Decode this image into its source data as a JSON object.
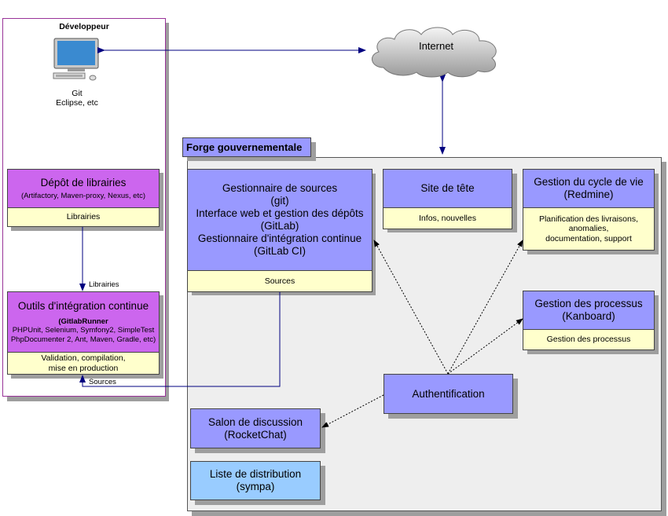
{
  "developer": {
    "title": "Développeur",
    "tools_line1": "Git",
    "tools_line2": "Eclipse, etc"
  },
  "internet": {
    "label": "Internet"
  },
  "forge": {
    "title": "Forge gouvernementale"
  },
  "depot": {
    "title": "Dépôt de librairies",
    "subtitle": "(Artifactory, Maven-proxy, Nexus, etc)",
    "footer": "Librairies"
  },
  "link_librairies": "Librairies",
  "outils": {
    "title": "Outils d'intégration continue",
    "line1": "(GitlabRunner",
    "line2": "PHPUnit, Selenium, Symfony2, SimpleTest",
    "line3": "PhpDocumenter 2, Ant, Maven, Gradle, etc)",
    "footer1": "Validation, compilation,",
    "footer2": "mise en production"
  },
  "link_sources": "Sources",
  "gestionnaire": {
    "lines": [
      "Gestionnaire de sources",
      "(git)",
      "Interface web et gestion des dépôts",
      "(GitLab)",
      "Gestionnaire d'intégration continue",
      "(GitLab CI)"
    ],
    "footer": "Sources"
  },
  "site": {
    "title": "Site de tête",
    "footer": "Infos, nouvelles"
  },
  "cycle": {
    "title1": "Gestion du cycle de vie",
    "title2": "(Redmine)",
    "footer1": "Planification des livraisons,",
    "footer2": "anomalies,",
    "footer3": "documentation, support"
  },
  "processus": {
    "title1": "Gestion des processus",
    "title2": "(Kanboard)",
    "footer": "Gestion des processus"
  },
  "auth": {
    "title": "Authentification"
  },
  "salon": {
    "title1": "Salon de discussion",
    "title2": "(RocketChat)"
  },
  "liste": {
    "title1": "Liste de distribution",
    "title2": "(sympa)"
  },
  "colors": {
    "purple": "#cc66ee",
    "blue": "#9999ff",
    "light_blue": "#99ccff",
    "yellow": "#ffffcc",
    "forge_bg": "#eeeeee",
    "arrow": "#000080"
  }
}
